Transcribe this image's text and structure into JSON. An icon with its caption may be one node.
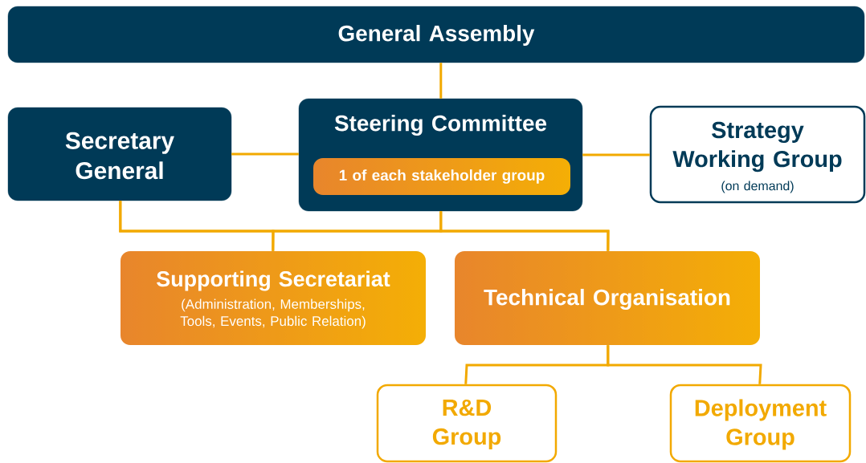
{
  "diagram": {
    "nodes": [
      {
        "text": [
          "General Assembly"
        ]
      },
      {
        "text": [
          "Secretary General"
        ]
      },
      {
        "text": [
          "Steering Committee"
        ]
      },
      {
        "text": [
          "1 of each stakeholder group"
        ],
        "in": 2
      },
      {
        "text": [
          "Strategy Working Group",
          "(on demand)"
        ]
      },
      {
        "text": [
          "Supporting Secretariat",
          "(Administration, Memberships, Tools, Events, Public Relation)"
        ]
      },
      {
        "text": [
          "Technical Organisation"
        ]
      },
      {
        "text": [
          "R&D Group"
        ]
      },
      {
        "text": [
          "Deployment Group"
        ]
      }
    ],
    "edges": [
      {
        "from": 0,
        "to": 2,
        "arrow": "none"
      },
      {
        "from": 1,
        "to": 2,
        "arrow": "none"
      },
      {
        "from": 2,
        "to": 4,
        "arrow": "none"
      },
      {
        "from": 1,
        "to": 5,
        "arrow": "none"
      },
      {
        "from": 1,
        "to": 6,
        "arrow": "none"
      },
      {
        "from": 2,
        "to": 5,
        "arrow": "none"
      },
      {
        "from": 2,
        "to": 6,
        "arrow": "none"
      },
      {
        "from": 6,
        "to": 7,
        "arrow": "none"
      },
      {
        "from": 6,
        "to": 8,
        "arrow": "none"
      }
    ]
  }
}
